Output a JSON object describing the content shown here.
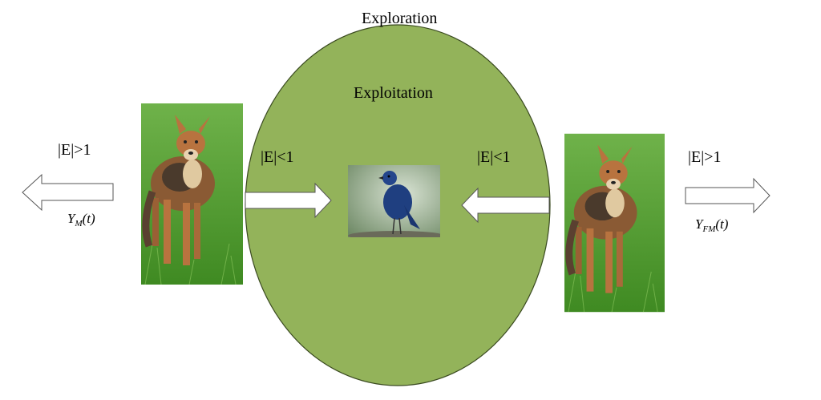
{
  "diagram": {
    "title_top": "Exploration",
    "title_inner": "Exploitation",
    "left_condition_outer": "|E|>1",
    "left_condition_inner": "|E|<1",
    "right_condition_inner": "|E|<1",
    "right_condition_outer": "|E|>1",
    "left_formula": {
      "var": "Y",
      "sub": "M",
      "arg": "(t)"
    },
    "right_formula": {
      "var": "Y",
      "sub": "FM",
      "arg": "(t)"
    },
    "colors": {
      "ellipse_fill": "#93b35a",
      "ellipse_stroke": "#3a4a20",
      "arrow_fill": "#ffffff",
      "arrow_stroke": "#555555",
      "grass": "#4f9a2a",
      "jackal_fur": "#a8693a",
      "bird_blue": "#1f3f80"
    },
    "icons": [
      "jackal-photo",
      "bird-photo",
      "arrow-left",
      "arrow-right"
    ]
  }
}
